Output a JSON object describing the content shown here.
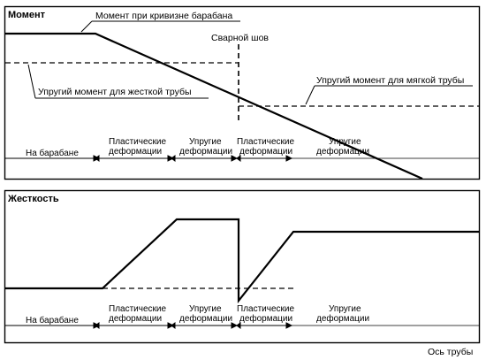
{
  "top_panel": {
    "title": "Момент",
    "ann_drum_curvature": "Момент при кривизне барабана",
    "ann_weld": "Сварной шов",
    "ann_elastic_soft": "Упругий момент для мягкой трубы",
    "ann_elastic_stiff": "Упругий момент для жесткой трубы"
  },
  "bottom_panel": {
    "title": "Жесткость"
  },
  "zones": {
    "on_drum": "На барабане",
    "plastic_1": "Пластические",
    "plastic_2": "деформации",
    "elastic_1": "Упругие",
    "elastic_2": "деформации"
  },
  "axis_label": "Ось трубы"
}
